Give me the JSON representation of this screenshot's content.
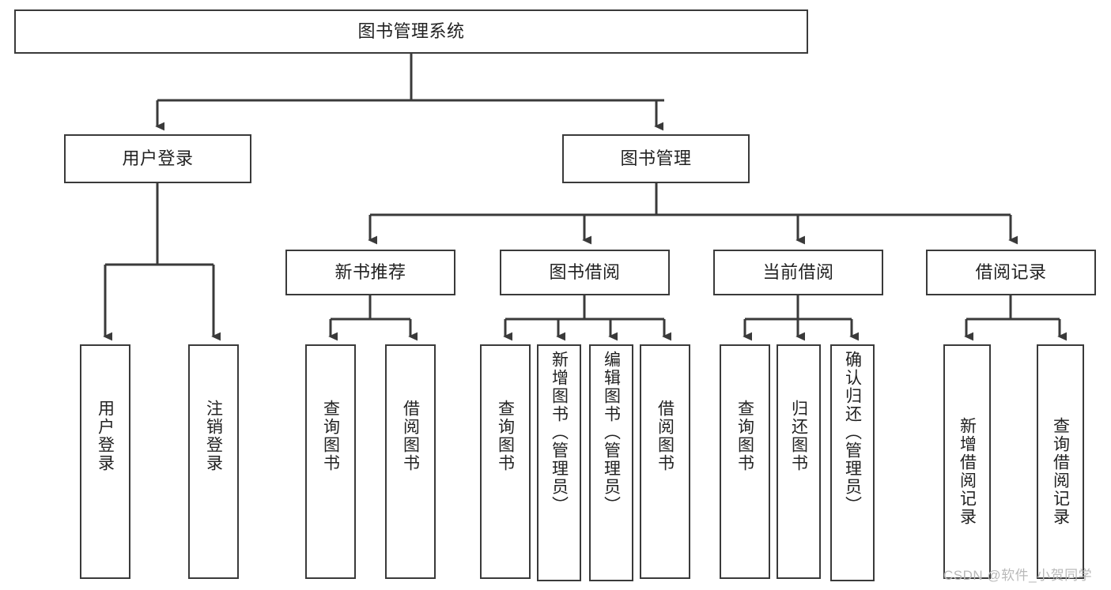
{
  "diagram": {
    "type": "tree-hierarchy-diagram",
    "title": "图书管理系统",
    "orientation": "top-down",
    "levels": 4,
    "root": {
      "id": "root",
      "label": "图书管理系统",
      "text_direction": "horizontal"
    },
    "level2": [
      {
        "id": "user-login",
        "label": "用户登录",
        "text_direction": "horizontal"
      },
      {
        "id": "book-management",
        "label": "图书管理",
        "text_direction": "horizontal"
      }
    ],
    "level3": [
      {
        "id": "new-book-recommend",
        "label": "新书推荐",
        "parent": "book-management",
        "text_direction": "horizontal"
      },
      {
        "id": "book-borrow",
        "label": "图书借阅",
        "parent": "book-management",
        "text_direction": "horizontal"
      },
      {
        "id": "current-borrow",
        "label": "当前借阅",
        "parent": "book-management",
        "text_direction": "horizontal"
      },
      {
        "id": "borrow-record",
        "label": "借阅记录",
        "parent": "book-management",
        "text_direction": "horizontal"
      }
    ],
    "leaves": [
      {
        "id": "leaf-user-login",
        "label": "用户登录",
        "parent": "user-login",
        "text_direction": "vertical"
      },
      {
        "id": "leaf-logout",
        "label": "注销登录",
        "parent": "user-login",
        "text_direction": "vertical"
      },
      {
        "id": "leaf-query-book-1",
        "label": "查询图书",
        "parent": "new-book-recommend",
        "text_direction": "vertical"
      },
      {
        "id": "leaf-borrow-book-1",
        "label": "借阅图书",
        "parent": "new-book-recommend",
        "text_direction": "vertical"
      },
      {
        "id": "leaf-query-book-2",
        "label": "查询图书",
        "parent": "book-borrow",
        "text_direction": "vertical"
      },
      {
        "id": "leaf-add-book",
        "label": "新增图书（管理员）",
        "parent": "book-borrow",
        "text_direction": "vertical"
      },
      {
        "id": "leaf-edit-book",
        "label": "编辑图书（管理员）",
        "parent": "book-borrow",
        "text_direction": "vertical"
      },
      {
        "id": "leaf-borrow-book-2",
        "label": "借阅图书",
        "parent": "book-borrow",
        "text_direction": "vertical"
      },
      {
        "id": "leaf-query-book-3",
        "label": "查询图书",
        "parent": "current-borrow",
        "text_direction": "vertical"
      },
      {
        "id": "leaf-return-book",
        "label": "归还图书",
        "parent": "current-borrow",
        "text_direction": "vertical"
      },
      {
        "id": "leaf-confirm-return",
        "label": "确认归还（管理员）",
        "parent": "current-borrow",
        "text_direction": "vertical"
      },
      {
        "id": "leaf-add-record",
        "label": "新增借阅记录",
        "parent": "borrow-record",
        "text_direction": "vertical"
      },
      {
        "id": "leaf-query-record",
        "label": "查询借阅记录",
        "parent": "borrow-record",
        "text_direction": "vertical"
      }
    ],
    "colors": {
      "box_border": "#3a3a3a",
      "box_fill": "#ffffff",
      "connector": "#3a3a3a",
      "text": "#222222",
      "background": "#ffffff",
      "watermark": "#b9b9b9"
    }
  },
  "watermark": {
    "text": "CSDN @软件_小贺同学"
  }
}
